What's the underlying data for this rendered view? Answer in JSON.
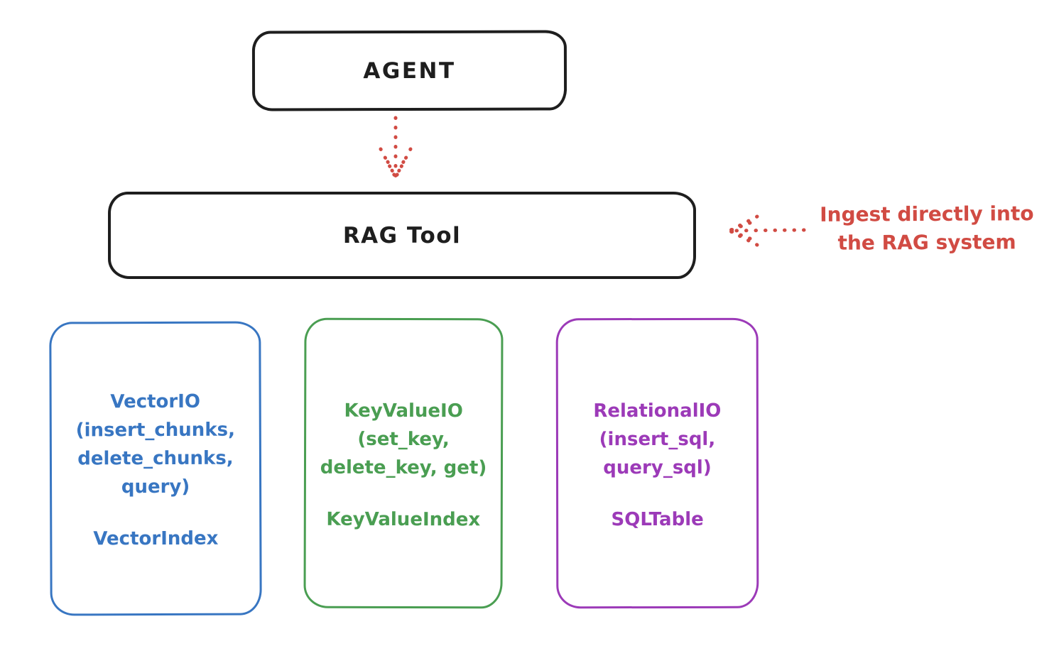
{
  "colors": {
    "ink": "#1e1e1e",
    "red": "#d14b43",
    "blue": "#3876c2",
    "green": "#4a9e52",
    "purple": "#9c3ab8",
    "background": "#ffffff"
  },
  "nodes": {
    "agent": {
      "label": "AGENT"
    },
    "rag_tool": {
      "label": "RAG Tool"
    }
  },
  "annotation": {
    "text": "Ingest directly into\nthe RAG system"
  },
  "arrows": [
    {
      "name": "agent-to-rag",
      "style": "dotted",
      "direction": "down",
      "color": "#d14b43"
    },
    {
      "name": "ingest-into-rag",
      "style": "dotted",
      "direction": "left",
      "color": "#d14b43"
    }
  ],
  "io_boxes": [
    {
      "name": "vector-io",
      "color": "#3876c2",
      "methods": "VectorIO\n(insert_chunks,\ndelete_chunks,\nquery)",
      "index": "VectorIndex"
    },
    {
      "name": "keyvalue-io",
      "color": "#4a9e52",
      "methods": "KeyValueIO\n(set_key,\ndelete_key, get)",
      "index": "KeyValueIndex"
    },
    {
      "name": "relational-io",
      "color": "#9c3ab8",
      "methods": "RelationalIO\n(insert_sql,\nquery_sql)",
      "index": "SQLTable"
    }
  ]
}
